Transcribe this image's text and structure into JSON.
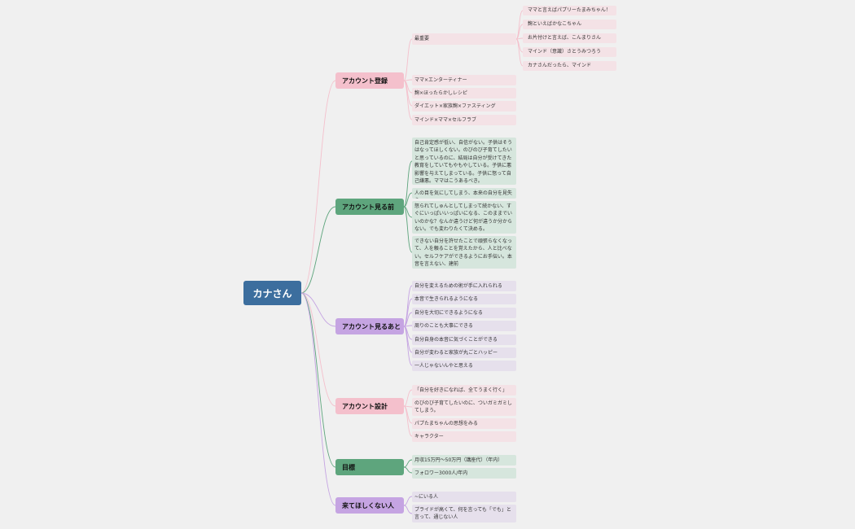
{
  "root": {
    "label": "カナさん"
  },
  "branches": [
    {
      "label": "アカウント登録",
      "color": "#f4c0cc"
    },
    {
      "label": "アカウント見る前",
      "color": "#5ea57d"
    },
    {
      "label": "アカウント見るあと",
      "color": "#c5a4e2"
    },
    {
      "label": "アカウント設計",
      "color": "#f4c0cc"
    },
    {
      "label": "目標",
      "color": "#5ea57d"
    },
    {
      "label": "来てほしくない人",
      "color": "#c5a4e2"
    }
  ],
  "leaves": {
    "b1": [
      "最重要",
      "ママ×エンターティナー",
      "麹×ほったらかしレシピ",
      "ダイエット×家族麹×ファスティング",
      "マインド×ママ×セルフラブ"
    ],
    "b1_sub": [
      "ママと言えばパプリーたまみちゃん！",
      "麹といえばかなこちゃん",
      "お片付けと言えば、こんまりさん",
      "マインド（意識）さとうみつろう",
      "カナさんだったら、マインド"
    ],
    "b2": [
      "自己肯定感が低い、自信がない。子供はそうはなってほしくない。のびのび子育てしたいと思っているのに、結局は自分が受けてきた教育をしていてもやもやしている。子供に悪影響を与えてしまっている。子供に怒って自己嫌悪。ママはこうあるべき。",
      "人の目を気にしてしまう、本来の自分を見失う",
      "怒られてしゅんとしてしまって続かない、すぐにいっぱいいっぱいになる、このままでいいのかな？なんか違うけど何が違うか分からない。でも変わりたくて決める。",
      "できない自分を許せたことで頑張らなくなって、人を頼ることを覚えたから、人と比べない。セルフケアができるようにお手伝い。本音を言えない、建前"
    ],
    "b3": [
      "自分を変えるための術が手に入れられる",
      "本音で生きられるようになる",
      "自分を大切にできるようになる",
      "周りのことも大事にできる",
      "自分自身の本音に気づくことができる",
      "自分が変わると家族が丸ごとハッピー",
      "一人じゃないんやと思える"
    ],
    "b4": [
      "「自分を好きになれば、全てうまく行く」",
      "のびのび子育てしたいのに、ついガミガミしてしまう。",
      "パプたまちゃんの思想をみる",
      "キャラクター"
    ],
    "b5": [
      "月収15万円〜50万円（講座代）（年内）",
      "フォロワー3000人/年内"
    ],
    "b6": [
      "~にいる人",
      "プライドが高くて、何を言っても「でも」と言って、通じない人"
    ]
  },
  "colors": {
    "pink": "#f4c0cc",
    "green": "#5ea57d",
    "purple": "#c5a4e2",
    "root": "#3c6e9e"
  }
}
